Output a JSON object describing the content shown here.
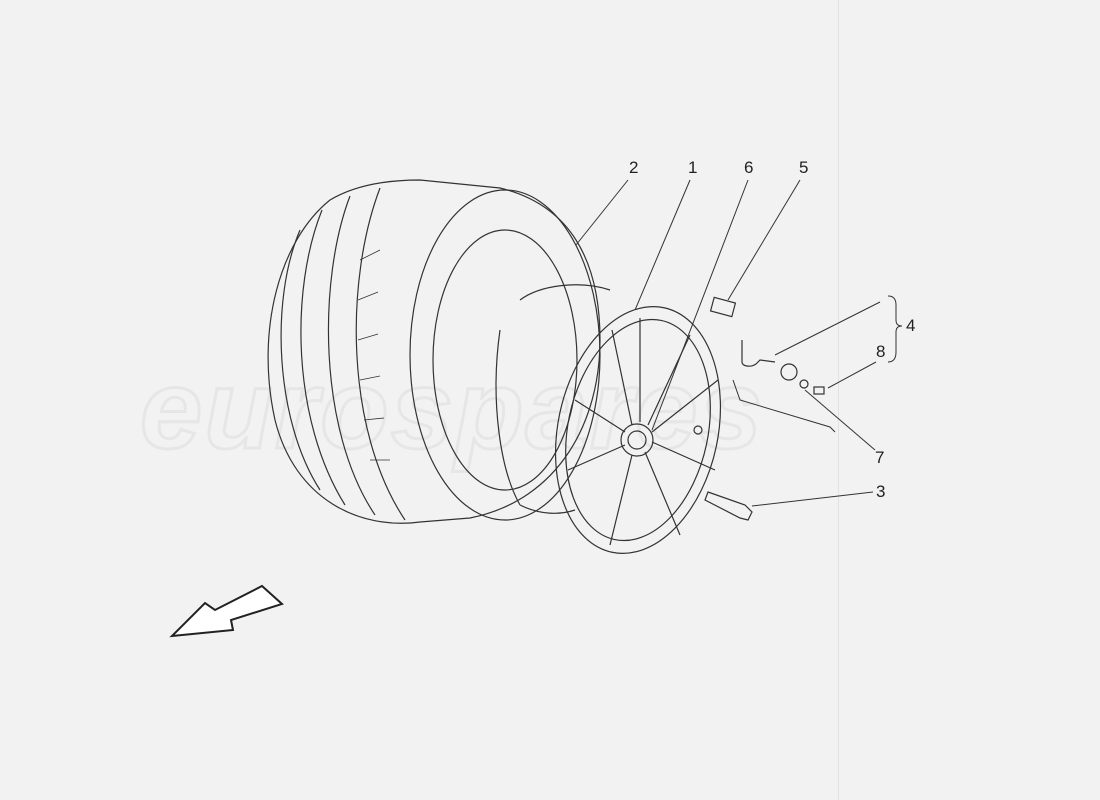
{
  "watermark": "eurospares",
  "callouts": [
    {
      "id": "1",
      "label": "1"
    },
    {
      "id": "2",
      "label": "2"
    },
    {
      "id": "3",
      "label": "3"
    },
    {
      "id": "4",
      "label": "4"
    },
    {
      "id": "5",
      "label": "5"
    },
    {
      "id": "6",
      "label": "6"
    },
    {
      "id": "7",
      "label": "7"
    },
    {
      "id": "8",
      "label": "8"
    }
  ],
  "icons": {
    "direction_arrow": "arrow-down-left-icon"
  },
  "colors": {
    "line": "#333333",
    "background": "#f2f2f2",
    "watermark": "#e6e6e6"
  }
}
